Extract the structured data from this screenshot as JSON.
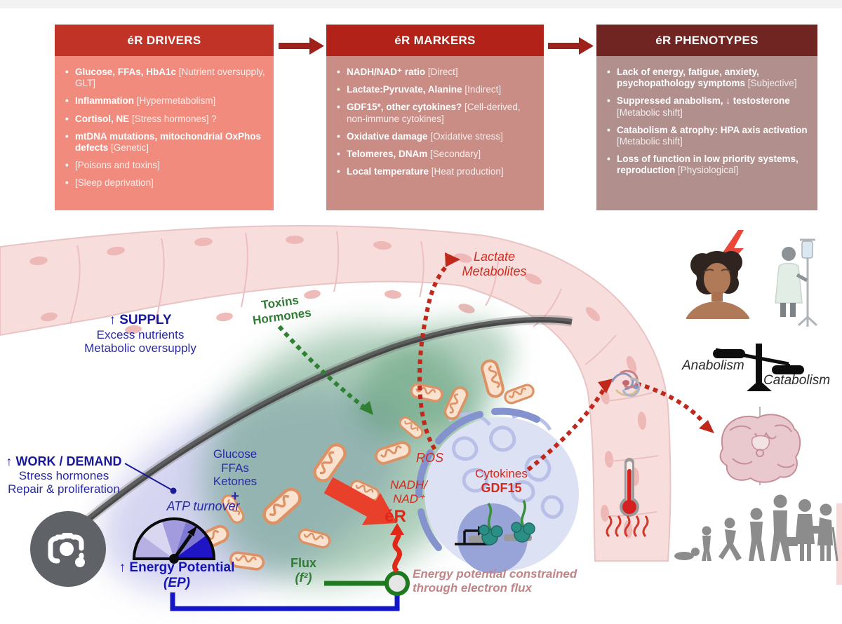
{
  "flow_boxes": [
    {
      "title": "éR DRIVERS",
      "items": [
        {
          "bold": "Glucose, FFAs, HbA1c",
          "rest": " [Nutrient oversupply, GLT]"
        },
        {
          "bold": "Inflammation",
          "rest": " [Hypermetabolism]"
        },
        {
          "bold": "Cortisol, NE",
          "rest": " [Stress hormones] ?"
        },
        {
          "bold": "mtDNA mutations, mitochondrial OxPhos defects",
          "rest": " [Genetic]"
        },
        {
          "bold": "",
          "rest": "[Poisons and toxins]"
        },
        {
          "bold": "",
          "rest": "[Sleep deprivation]"
        }
      ]
    },
    {
      "title": "éR MARKERS",
      "items": [
        {
          "bold": "NADH/NAD⁺ ratio",
          "rest": " [Direct]"
        },
        {
          "bold": "Lactate:Pyruvate, Alanine",
          "rest": " [Indirect]"
        },
        {
          "bold": "GDF15*, other cytokines?",
          "rest": " [Cell-derived, non-immune cytokines]"
        },
        {
          "bold": "Oxidative damage",
          "rest": " [Oxidative stress]"
        },
        {
          "bold": "Telomeres, DNAm",
          "rest": " [Secondary]"
        },
        {
          "bold": "Local temperature",
          "rest": " [Heat production]"
        }
      ]
    },
    {
      "title": "éR PHENOTYPES",
      "items": [
        {
          "bold": "Lack of energy, fatigue, anxiety, psychopathology symptoms",
          "rest": " [Subjective]"
        },
        {
          "bold": "Suppressed anabolism, ↓ testosterone",
          "rest": " [Metabolic shift]"
        },
        {
          "bold": "Catabolism & atrophy: HPA axis activation",
          "rest": " [Metabolic shift]"
        },
        {
          "bold": "Loss of function in low priority systems, reproduction",
          "rest": " [Physiological]"
        }
      ]
    }
  ],
  "diagram": {
    "supply": {
      "title": "↑ SUPPLY",
      "line1": "Excess nutrients",
      "line2": "Metabolic oversupply"
    },
    "toxins": {
      "line1": "Toxins",
      "line2": "Hormones"
    },
    "lactate": {
      "line1": "Lactate",
      "line2": "Metabolites"
    },
    "work": {
      "title": "↑ WORK / DEMAND",
      "line1": "Stress hormones",
      "line2": "Repair & proliferation"
    },
    "fuel": {
      "line1": "Glucose",
      "line2": "FFAs",
      "line3": "Ketones",
      "plus": "+",
      "atp": "ATP turnover"
    },
    "ros": "ROS",
    "nadh": "NADH/",
    "nad": "NAD⁺",
    "er": "éR",
    "cytokines": "Cytokines",
    "gdf15": "GDF15",
    "energy_potential": "↑ Energy Potential",
    "ep": "(EP)",
    "flux": "Flux",
    "f2": "(f²)",
    "constraint": {
      "line1": "Energy potential constrained",
      "line2": "through electron flux"
    },
    "anabolism": "Anabolism",
    "catabolism": "Catabolism"
  },
  "colors": {
    "driver_header": "#c23327",
    "driver_body": "#f18b7d",
    "marker_header": "#b32219",
    "marker_body": "#c98d86",
    "phenotype_header": "#702522",
    "phenotype_body": "#b18f8c",
    "flow_arrow": "#9e221b",
    "supply_blue": "#2a2aa6",
    "deep_blue": "#1515b4",
    "green": "#2f7c33",
    "red_accent": "#cf2b1e",
    "rose": "#c28486"
  }
}
